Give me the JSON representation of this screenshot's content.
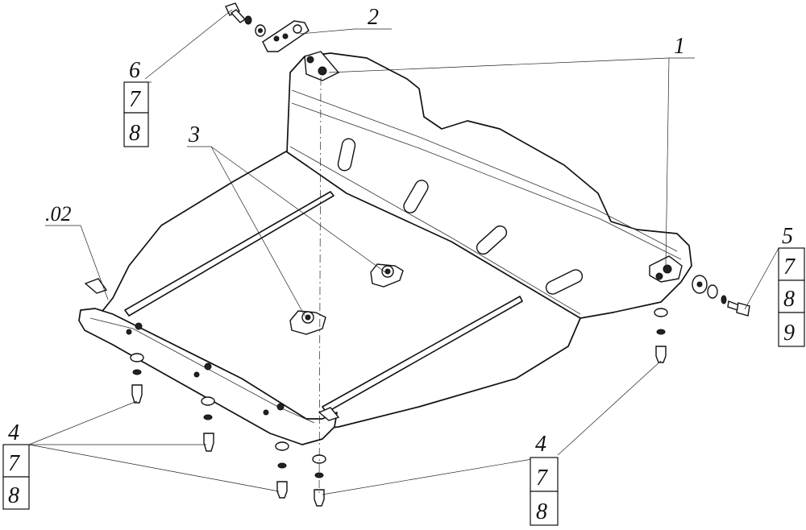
{
  "callouts": {
    "c1": "1",
    "c2": "2",
    "c3": "3",
    "c02": ".02",
    "c5": "5",
    "c6": "6",
    "c4a": "4",
    "c4b": "4"
  },
  "stacks": {
    "top_left": [
      "6",
      "7",
      "8"
    ],
    "right": [
      "5",
      "7",
      "8",
      "9"
    ],
    "bottom_left": [
      "4",
      "7",
      "8"
    ],
    "bottom_right": [
      "4",
      "7",
      "8"
    ]
  }
}
